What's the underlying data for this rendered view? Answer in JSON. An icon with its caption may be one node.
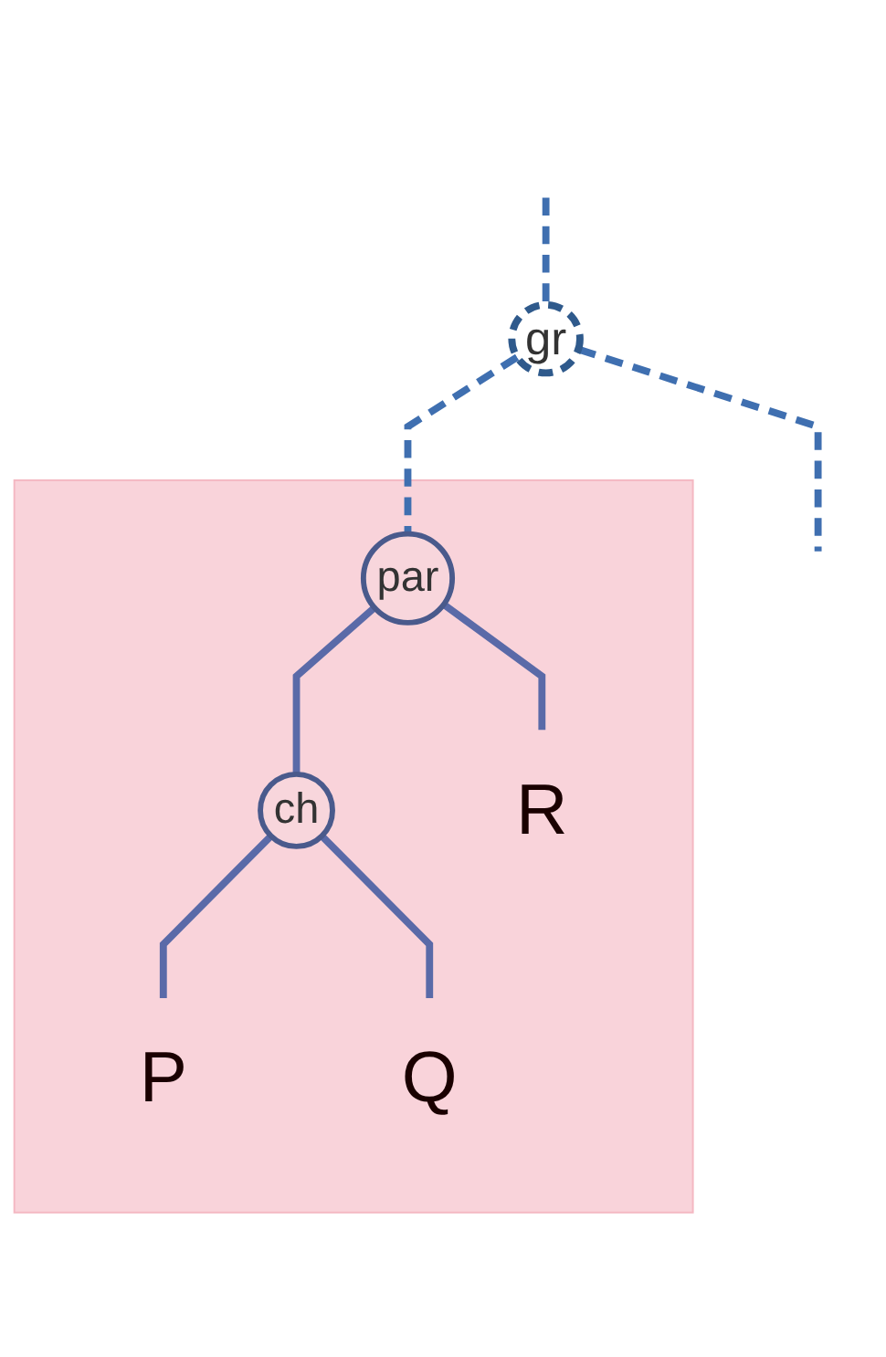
{
  "diagram": {
    "nodes": [
      {
        "text": [
          "gr"
        ]
      },
      {
        "text": [],
        "shape": "box"
      },
      {
        "text": [
          "par"
        ],
        "in": 1
      },
      {
        "text": [
          "ch"
        ],
        "in": 1
      },
      {
        "text": [
          "R"
        ],
        "in": 1
      },
      {
        "text": [
          "P"
        ],
        "in": 1
      },
      {
        "text": [
          "Q"
        ],
        "in": 1
      }
    ],
    "edges": [
      {
        "from": null,
        "to": 0,
        "arrow": "none",
        "style": "dashed"
      },
      {
        "from": 0,
        "to": null,
        "arrow": "none",
        "style": "dashed"
      },
      {
        "from": 0,
        "to": 2,
        "arrow": "none",
        "style": "dashed"
      },
      {
        "from": 2,
        "to": 3,
        "arrow": "none"
      },
      {
        "from": 2,
        "to": 4,
        "arrow": "none"
      },
      {
        "from": 3,
        "to": 5,
        "arrow": "none"
      },
      {
        "from": 3,
        "to": 6,
        "arrow": "none"
      }
    ]
  }
}
